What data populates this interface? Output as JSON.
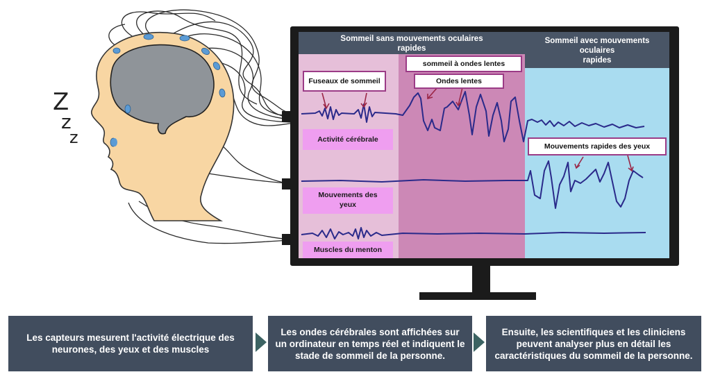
{
  "figure": {
    "sleep_symbol": "Z Z z",
    "screen": {
      "header_nrem": {
        "bold": "Sommeil",
        "rest_line1": "sans mouvements oculaires",
        "line2": "rapides"
      },
      "header_rem": {
        "bold": "Sommeil",
        "rest_line1": "avec mouvements",
        "line2": "oculaires",
        "line3": "rapides"
      },
      "callouts": {
        "spindles": "Fuseaux de sommeil",
        "slow_wave_sleep": "sommeil à ondes lentes",
        "slow_waves": "Ondes lentes",
        "rapid_eye_movements": "Mouvements rapides des yeux"
      },
      "row_labels": {
        "brain_activity": "Activité cérébrale",
        "eye_movements": "Mouvements des yeux",
        "chin_muscles": "Muscles du menton"
      }
    },
    "colors": {
      "nrem_light": "#e6bfd9",
      "nrem_dark": "#cc88b6",
      "rem": "#a9dcf0",
      "header": "#495566",
      "signal": "#2a2a8a",
      "callout_border": "#9b3b86",
      "step_box": "#414d5e",
      "electrode": "#5b9bd5",
      "skin": "#f8d6a3",
      "brain": "#8f9499"
    },
    "steps": [
      "Les capteurs mesurent l'activité  électrique des neurones, des yeux et des muscles",
      "Les ondes cérébrales sont affichées sur un ordinateur en temps réel et indiquent le stade de sommeil de la personne.",
      "Ensuite, les scientifiques et les cliniciens peuvent analyser plus en détail les caractéristiques du sommeil de la personne."
    ]
  }
}
